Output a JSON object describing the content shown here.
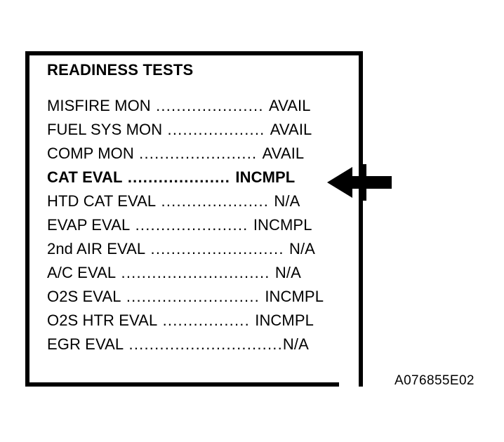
{
  "figure": {
    "caption": "A076855E02",
    "panel_title": "READINESS TESTS",
    "arrow_icon": "left-arrow-callout-icon"
  },
  "readiness_tests": {
    "rows": [
      {
        "name": "MISFIRE MON",
        "dots": " ..................... ",
        "value": "AVAIL",
        "highlighted": false
      },
      {
        "name": "FUEL SYS MON",
        "dots": " ................... ",
        "value": "AVAIL",
        "highlighted": false
      },
      {
        "name": "COMP MON",
        "dots": " ....................... ",
        "value": "AVAIL",
        "highlighted": false
      },
      {
        "name": "CAT EVAL",
        "dots": " .................... ",
        "value": "INCMPL",
        "highlighted": true
      },
      {
        "name": "HTD CAT EVAL",
        "dots": " ..................... ",
        "value": "N/A",
        "highlighted": false
      },
      {
        "name": "EVAP EVAL",
        "dots": " ...................... ",
        "value": "INCMPL",
        "highlighted": false
      },
      {
        "name": "2nd AIR EVAL",
        "dots": " .......................... ",
        "value": "N/A",
        "highlighted": false
      },
      {
        "name": "A/C EVAL",
        "dots": " ............................. ",
        "value": "N/A",
        "highlighted": false
      },
      {
        "name": "O2S EVAL",
        "dots": " .......................... ",
        "value": "INCMPL",
        "highlighted": false
      },
      {
        "name": "O2S HTR EVAL",
        "dots": " ................. ",
        "value": "INCMPL",
        "highlighted": false
      },
      {
        "name": "EGR EVAL",
        "dots": " ..............................",
        "value": "N/A",
        "highlighted": false
      }
    ]
  },
  "colors": {
    "ink": "#000000",
    "background": "#ffffff"
  }
}
